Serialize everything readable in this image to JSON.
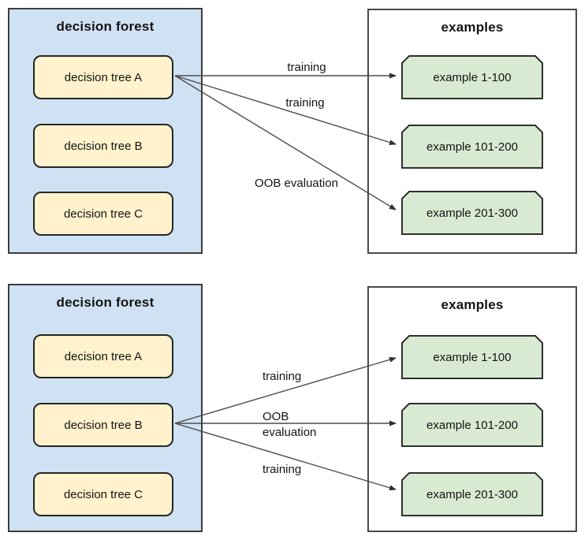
{
  "colors": {
    "forest_fill": "#cfe2f3",
    "tree_fill": "#fff2cc",
    "example_fill": "#d9ead3",
    "box_border": "#3d3d3d",
    "arrow": "#4c4c4c",
    "text": "#141414"
  },
  "diagrams": [
    {
      "forest": {
        "title": "decision forest",
        "trees": [
          "decision tree A",
          "decision tree B",
          "decision tree C"
        ]
      },
      "examples": {
        "title": "examples",
        "items": [
          "example 1-100",
          "example 101-200",
          "example 201-300"
        ]
      },
      "arrows": [
        {
          "label": "training",
          "from": "decision tree A",
          "to": "example 1-100"
        },
        {
          "label": "training",
          "from": "decision tree A",
          "to": "example 101-200"
        },
        {
          "label": "OOB evaluation",
          "from": "decision tree A",
          "to": "example 201-300"
        }
      ]
    },
    {
      "forest": {
        "title": "decision forest",
        "trees": [
          "decision tree A",
          "decision tree B",
          "decision tree C"
        ]
      },
      "examples": {
        "title": "examples",
        "items": [
          "example 1-100",
          "example 101-200",
          "example 201-300"
        ]
      },
      "arrows": [
        {
          "label": "training",
          "from": "decision tree B",
          "to": "example 1-100"
        },
        {
          "label": "OOB evaluation",
          "from": "decision tree B",
          "to": "example 101-200"
        },
        {
          "label": "training",
          "from": "decision tree B",
          "to": "example 201-300"
        }
      ]
    }
  ]
}
